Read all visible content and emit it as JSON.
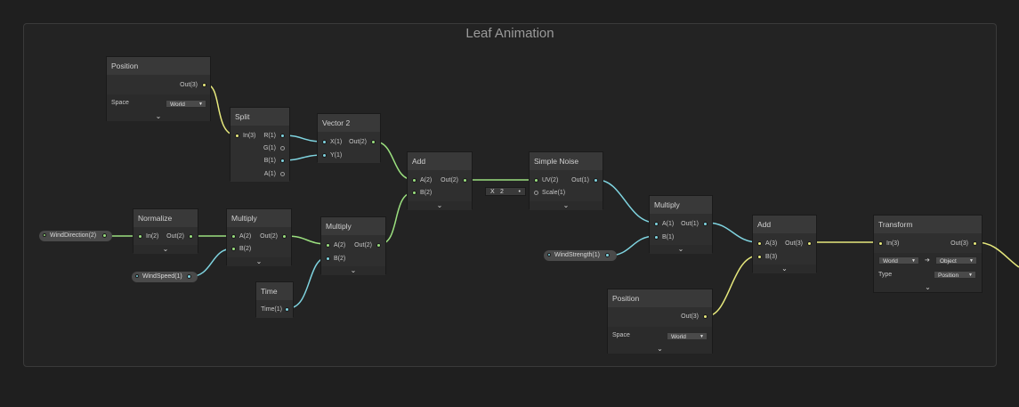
{
  "group": {
    "title": "Leaf Animation"
  },
  "colors": {
    "vec3": "#e6e87c",
    "vec2": "#9be07f",
    "vec1": "#7fd4e0"
  },
  "icons": {
    "expand": "chevron-down-icon",
    "arrow": "arrow-right-icon",
    "caret": "caret-down-icon"
  },
  "nodes": {
    "position1": {
      "title": "Position",
      "out": "Out(3)",
      "space_label": "Space",
      "space_value": "World",
      "chev": "⌄"
    },
    "split": {
      "title": "Split",
      "in": "In(3)",
      "r": "R(1)",
      "g": "G(1)",
      "b": "B(1)",
      "a": "A(1)"
    },
    "vector2": {
      "title": "Vector 2",
      "x": "X(1)",
      "y": "Y(1)",
      "out": "Out(2)"
    },
    "normalize": {
      "title": "Normalize",
      "in": "In(2)",
      "out": "Out(2)",
      "chev": "⌄"
    },
    "multiply1": {
      "title": "Multiply",
      "a": "A(2)",
      "b": "B(2)",
      "out": "Out(2)",
      "chev": "⌄"
    },
    "time": {
      "title": "Time",
      "out": "Time(1)"
    },
    "multiply2": {
      "title": "Multiply",
      "a": "A(2)",
      "b": "B(2)",
      "out": "Out(2)",
      "chev": "⌄"
    },
    "add1": {
      "title": "Add",
      "a": "A(2)",
      "b": "B(2)",
      "out": "Out(2)",
      "chev": "⌄"
    },
    "noise": {
      "title": "Simple Noise",
      "uv": "UV(2)",
      "scale": "Scale(1)",
      "out": "Out(1)",
      "scale_x": "X",
      "scale_value": "2",
      "chev": "⌄"
    },
    "multiply3": {
      "title": "Multiply",
      "a": "A(1)",
      "b": "B(1)",
      "out": "Out(1)",
      "chev": "⌄"
    },
    "position2": {
      "title": "Position",
      "out": "Out(3)",
      "space_label": "Space",
      "space_value": "World",
      "chev": "⌄"
    },
    "add2": {
      "title": "Add",
      "a": "A(3)",
      "b": "B(3)",
      "out": "Out(3)",
      "chev": "⌄"
    },
    "transform": {
      "title": "Transform",
      "in": "In(3)",
      "out": "Out(3)",
      "from": "World",
      "arrow": "➔",
      "to": "Object",
      "type_label": "Type",
      "type_value": "Position",
      "chev": "⌄"
    }
  },
  "properties": {
    "wind_direction": "WindDirection(2)",
    "wind_speed": "WindSpeed(1)",
    "wind_strength": "WindStrength(1)"
  }
}
